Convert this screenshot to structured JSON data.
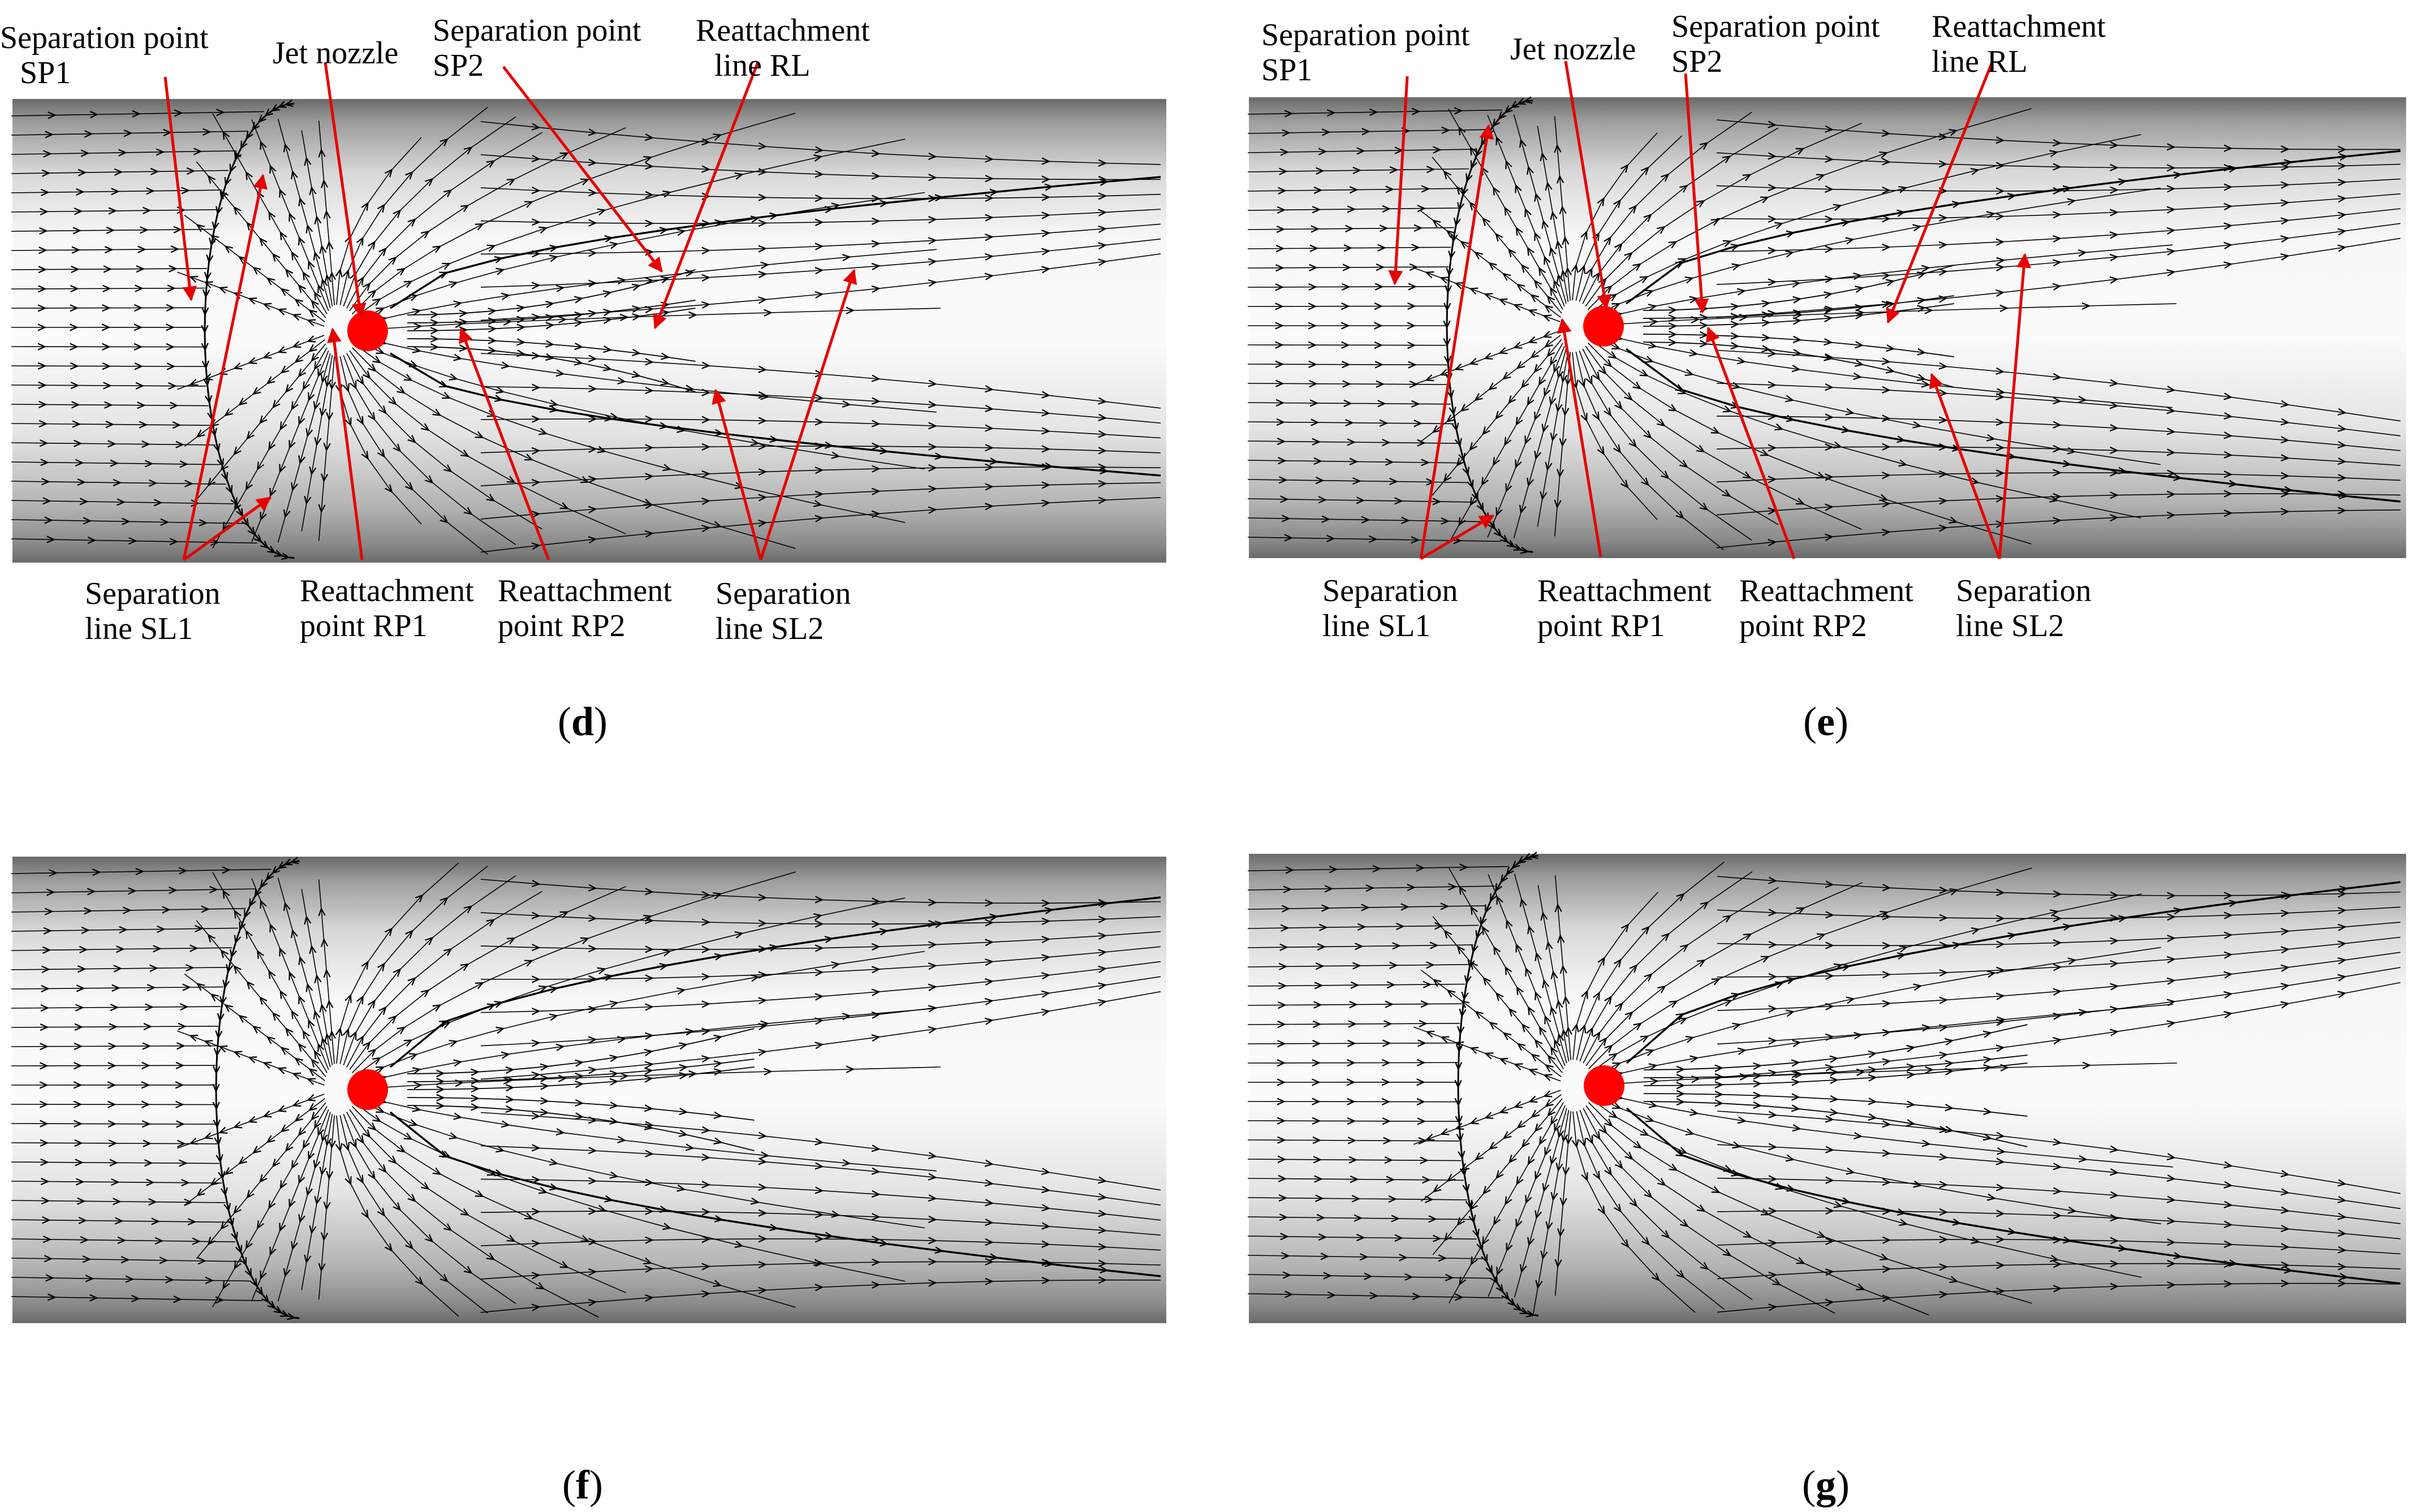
{
  "colors": {
    "background": "#ffffff",
    "surface_light": "#f7f7f7",
    "surface_dark": "#6a6a6a",
    "streamline": "#000000",
    "jet": "#ff0000",
    "annotation_arrow": "#e60000"
  },
  "panels": [
    {
      "id": "d",
      "caption": {
        "open": "(",
        "letter": "d",
        "close": ")"
      },
      "labels": [
        {
          "lines": [
            "Separation point",
            "SP1"
          ]
        },
        {
          "lines": [
            "Jet nozzle"
          ]
        },
        {
          "lines": [
            "Separation point",
            "SP2"
          ]
        },
        {
          "lines": [
            "Reattachment",
            "line RL"
          ]
        },
        {
          "lines": [
            "Separation",
            "line SL1"
          ]
        },
        {
          "lines": [
            "Reattachment",
            "point RP1"
          ]
        },
        {
          "lines": [
            "Reattachment",
            "point RP2"
          ]
        },
        {
          "lines": [
            "Separation",
            "line SL2"
          ]
        }
      ]
    },
    {
      "id": "e",
      "caption": {
        "open": "(",
        "letter": "e",
        "close": ")"
      },
      "labels": [
        {
          "lines": [
            "Separation point",
            "SP1"
          ]
        },
        {
          "lines": [
            "Jet nozzle"
          ]
        },
        {
          "lines": [
            "Separation point",
            "SP2"
          ]
        },
        {
          "lines": [
            "Reattachment",
            "line RL"
          ]
        },
        {
          "lines": [
            "Separation",
            "line SL1"
          ]
        },
        {
          "lines": [
            "Reattachment",
            "point RP1"
          ]
        },
        {
          "lines": [
            "Reattachment",
            "point RP2"
          ]
        },
        {
          "lines": [
            "Separation",
            "line SL2"
          ]
        }
      ]
    },
    {
      "id": "f",
      "caption": {
        "open": "(",
        "letter": "f",
        "close": ")"
      },
      "labels": []
    },
    {
      "id": "g",
      "caption": {
        "open": "(",
        "letter": "g",
        "close": ")"
      },
      "labels": []
    }
  ]
}
